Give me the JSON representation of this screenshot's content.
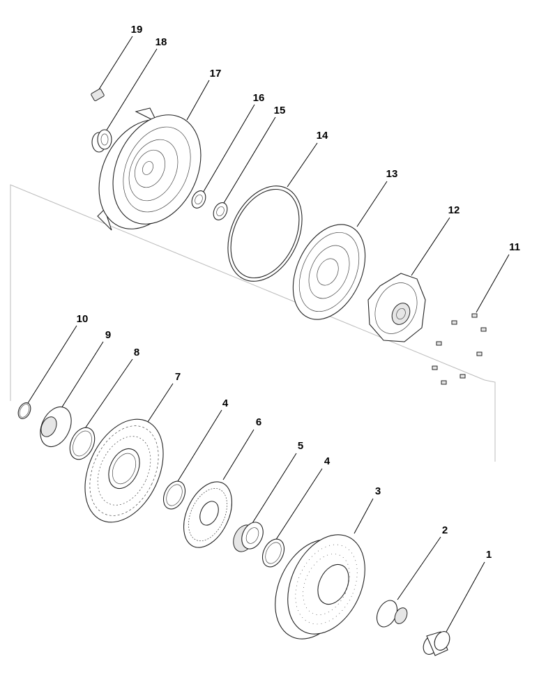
{
  "callouts": {
    "c19": "19",
    "c18": "18",
    "c17": "17",
    "c16": "16",
    "c15": "15",
    "c14": "14",
    "c13": "13",
    "c12": "12",
    "c11": "11",
    "c10": "10",
    "c9": "9",
    "c8": "8",
    "c7": "7",
    "c4a": "4",
    "c6": "6",
    "c5": "5",
    "c4b": "4",
    "c3": "3",
    "c2": "2",
    "c1": "1"
  }
}
